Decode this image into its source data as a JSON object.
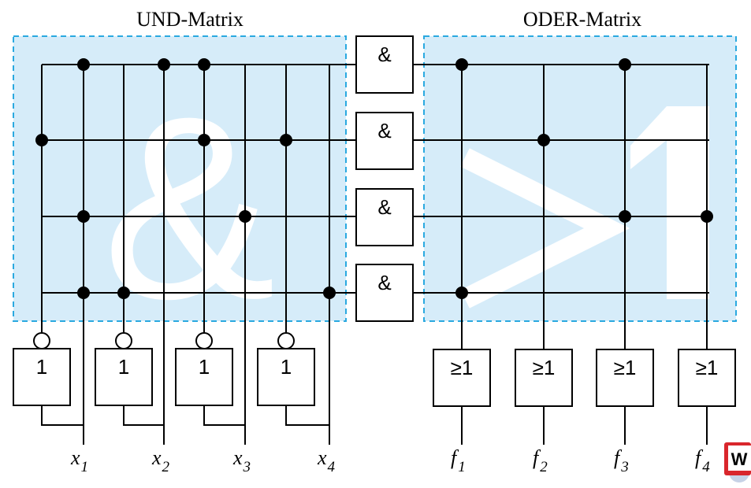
{
  "titles": {
    "and_matrix": "UND-Matrix",
    "or_matrix": "ODER-Matrix"
  },
  "watermarks": {
    "and": "&",
    "or": "≥1"
  },
  "gates": {
    "and_symbol": "&",
    "or_symbol": "≥1",
    "inverter_symbol": "1"
  },
  "inputs": [
    {
      "base": "x",
      "sub": "1"
    },
    {
      "base": "x",
      "sub": "2"
    },
    {
      "base": "x",
      "sub": "3"
    },
    {
      "base": "x",
      "sub": "4"
    }
  ],
  "outputs": [
    {
      "base": "f",
      "sub": "1"
    },
    {
      "base": "f",
      "sub": "2"
    },
    {
      "base": "f",
      "sub": "3"
    },
    {
      "base": "f",
      "sub": "4"
    }
  ],
  "colors": {
    "matrix_fill": "#d6ecf9",
    "matrix_border": "#2aa9e0",
    "logo_red": "#d9262c"
  },
  "logo": {
    "icon": "publisher-logo-icon",
    "text": "W"
  }
}
